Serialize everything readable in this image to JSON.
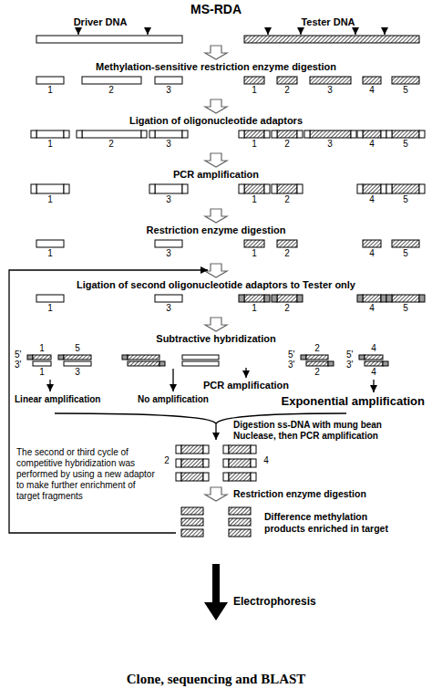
{
  "diagram": {
    "title": "MS-RDA",
    "labels": [
      "Driver DNA",
      "Tester DNA",
      "Methylation-sensitive restriction enzyme digestion",
      "1",
      "2",
      "3",
      "1",
      "2",
      "3",
      "4",
      "5",
      "Ligation of oligonucleotide adaptors",
      "1",
      "2",
      "3",
      "1",
      "2",
      "3",
      "4",
      "5",
      "PCR amplification",
      "1",
      "3",
      "1",
      "2",
      "4",
      "5",
      "Restriction enzyme digestion",
      "1",
      "3",
      "1",
      "2",
      "4",
      "5",
      "Ligation of second oligonucleotide adaptors to Tester only",
      "1",
      "3",
      "1",
      "2",
      "4",
      "5",
      "Subtractive hybridization",
      "5'",
      "1",
      "5",
      "3'",
      "1",
      "3",
      "5'",
      "2",
      "3'",
      "2",
      "5'",
      "4",
      "3'",
      "4",
      "PCR amplification",
      "Linear amplification",
      "No amplification",
      "Exponential amplification",
      "Digestion ss-DNA with mung bean Nuclease, then PCR amplification",
      "The second or third cycle of competitive hybridization was performed by using a new adaptor to make further enrichment of target fragments",
      "2",
      "4",
      "Restriction enzyme digestion",
      "Difference methylation products enriched in target",
      "Electrophoresis",
      "Clone, sequencing and BLAST"
    ]
  }
}
